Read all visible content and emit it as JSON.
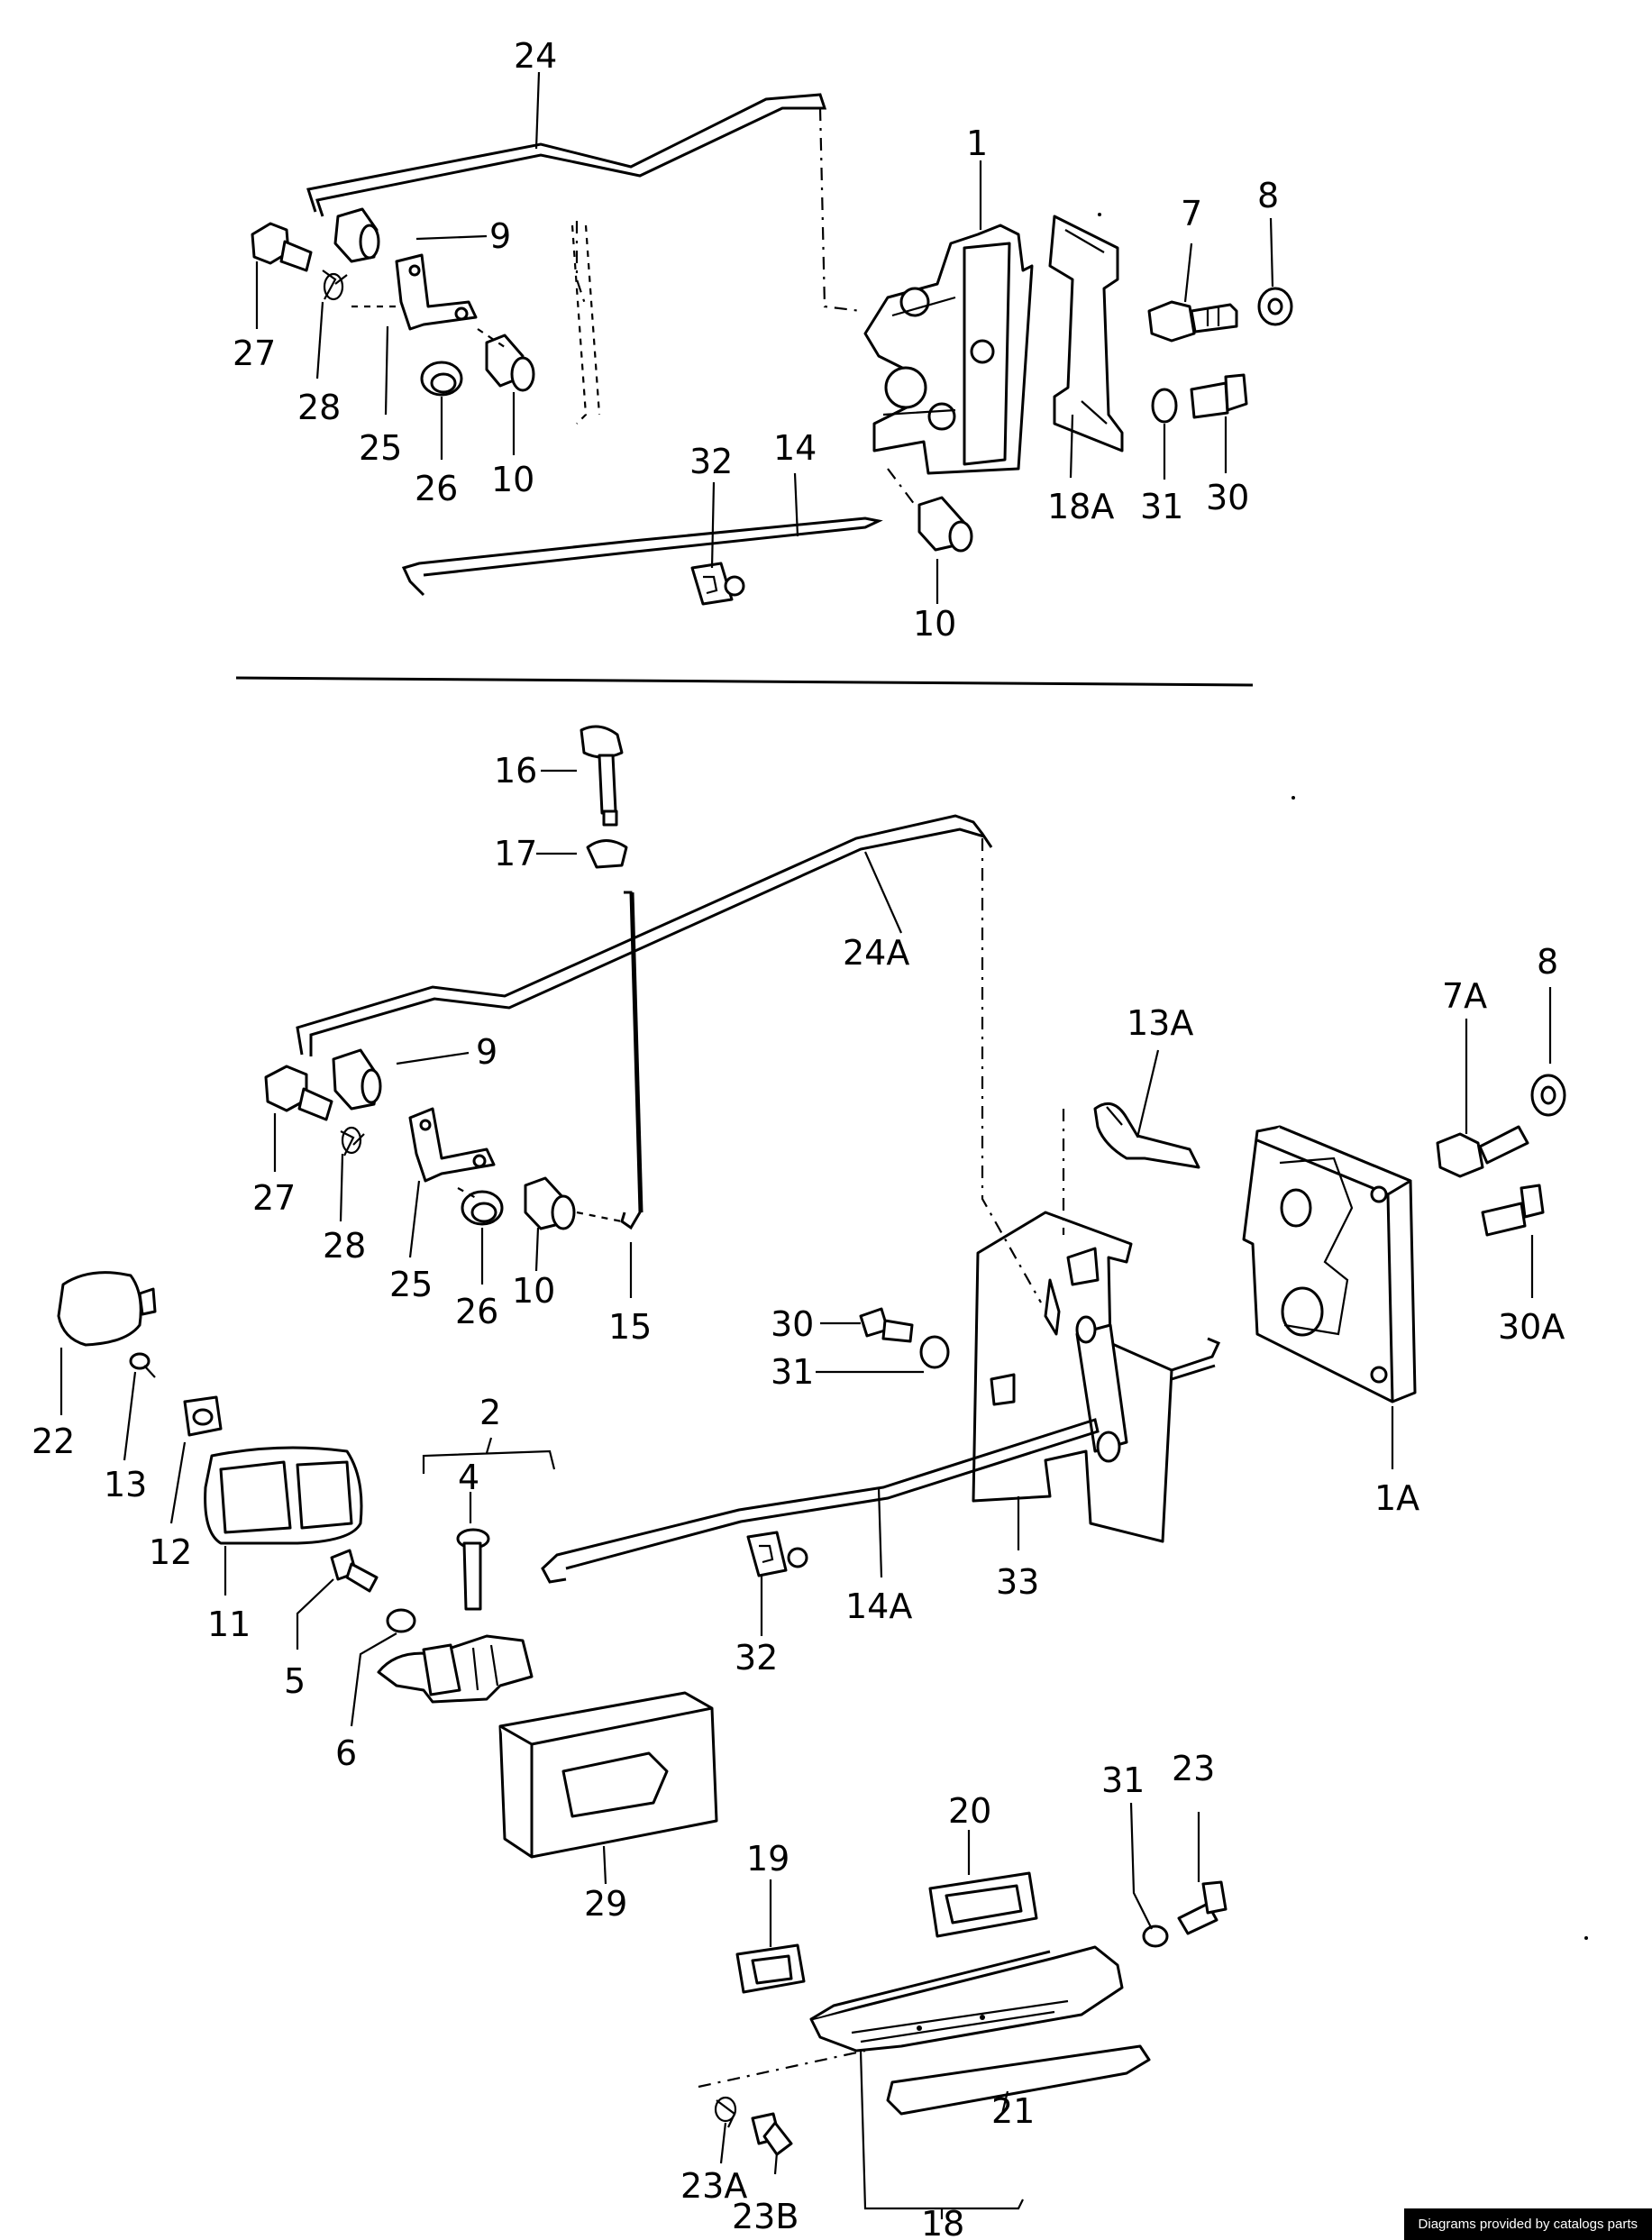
{
  "credit": "Diagrams provided by catalogs parts",
  "labels": {
    "l24": "24",
    "l1": "1",
    "l9": "9",
    "l7": "7",
    "l8": "8",
    "l27": "27",
    "l28": "28",
    "l25": "25",
    "l26": "26",
    "l10": "10",
    "l32": "32",
    "l14": "14",
    "l18A": "18A",
    "l31": "31",
    "l30": "30",
    "l10b": "10",
    "l16": "16",
    "l17": "17",
    "l24A": "24A",
    "l13A": "13A",
    "l7A": "7A",
    "l8b": "8",
    "l9b": "9",
    "l27b": "27",
    "l28b": "28",
    "l25b": "25",
    "l26b": "26",
    "l10c": "10",
    "l15": "15",
    "l30b": "30",
    "l31b": "31",
    "l30A": "30A",
    "l1A": "1A",
    "l22": "22",
    "l13": "13",
    "l12": "12",
    "l11": "11",
    "l2": "2",
    "l4": "4",
    "l5": "5",
    "l6": "6",
    "l33": "33",
    "l14A": "14A",
    "l32b": "32",
    "l29": "29",
    "l19": "19",
    "l20": "20",
    "l31c": "31",
    "l23": "23",
    "l21": "21",
    "l23A": "23A",
    "l23B": "23B",
    "l18": "18"
  }
}
